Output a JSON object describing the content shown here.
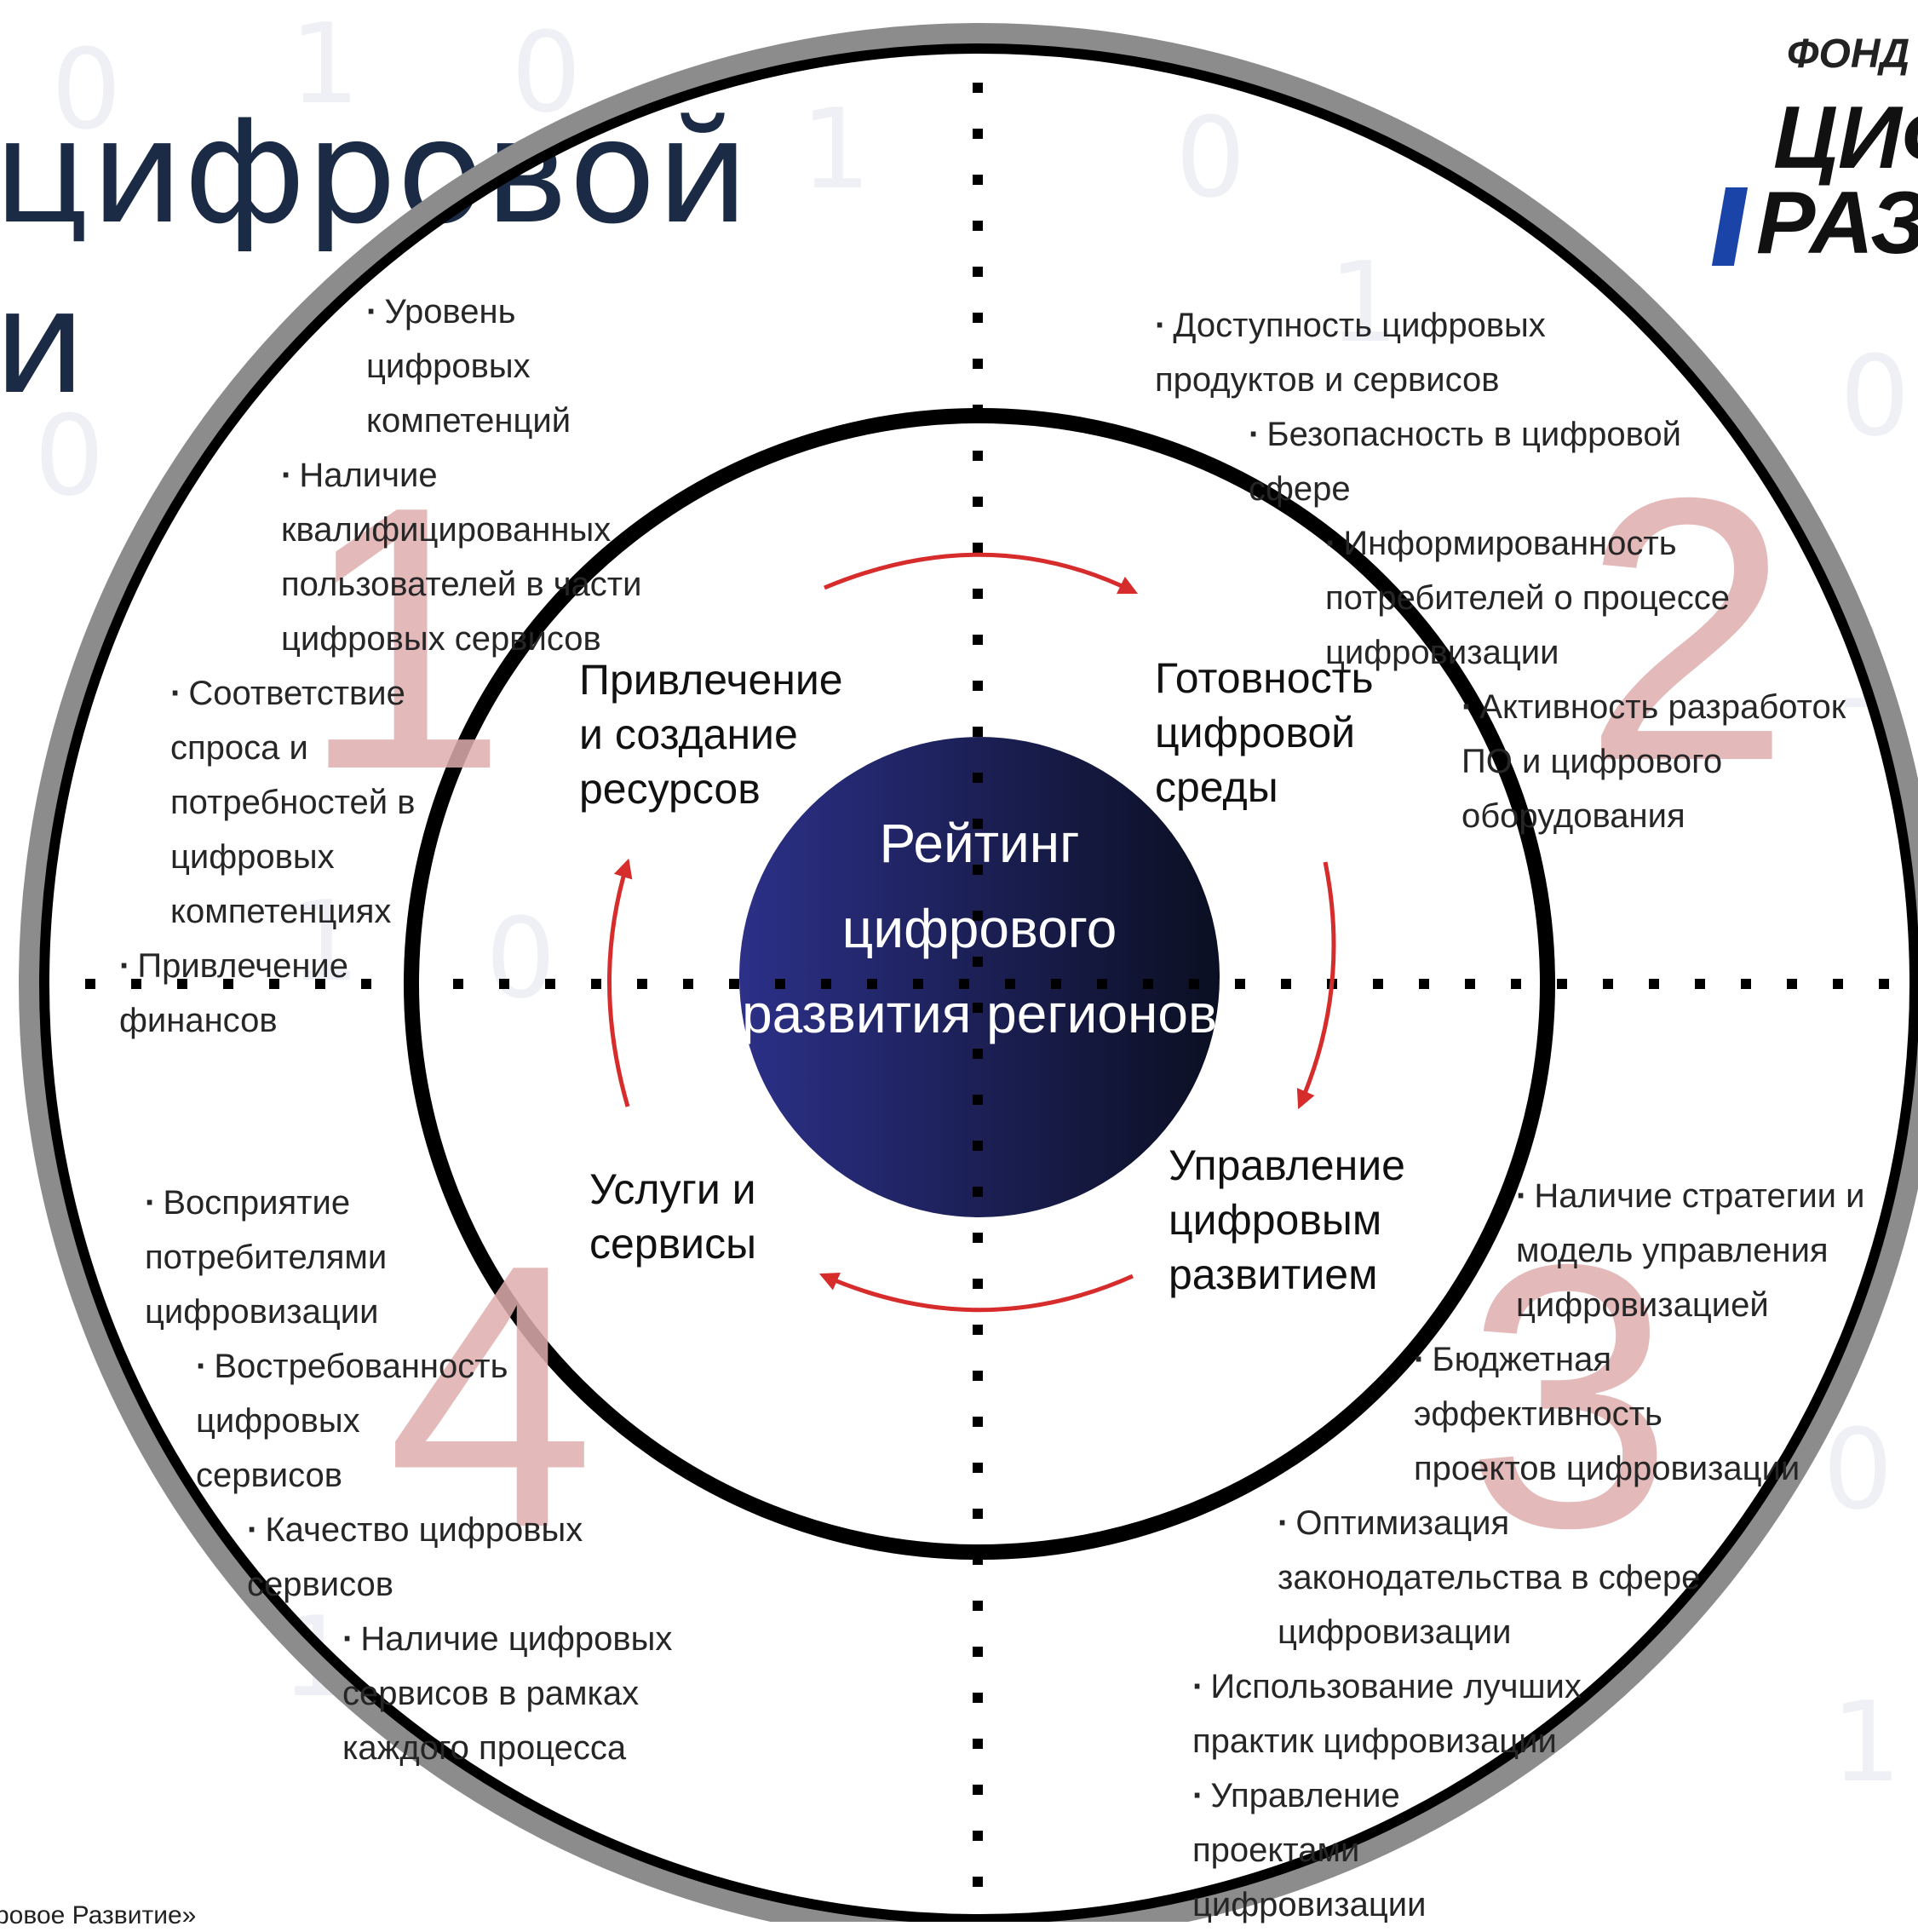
{
  "title": {
    "line1": "цифровой",
    "line2": "и"
  },
  "logo": {
    "small": "ФОНД",
    "big_line1": "ЦИФ",
    "big_line2": "РАЗВ"
  },
  "center": {
    "label": "Рейтинг цифрового развития регионов",
    "gradient_from": "#2c3088",
    "gradient_to": "#0b0f22"
  },
  "sectors": [
    {
      "number": "1",
      "title": "Привлечение и создание ресурсов",
      "items": [
        "Уровень цифровых компетенций",
        "Наличие квалифицированных пользователей в части цифровых сервисов",
        "Соответствие спроса и потребностей в цифровых компетенциях",
        "Привлечение финансов"
      ]
    },
    {
      "number": "2",
      "title": "Готовность цифровой среды",
      "items": [
        "Доступность цифровых продуктов и сервисов",
        "Безопасность в цифровой сфере",
        "Информированность потребителей о процессе цифровизации",
        "Активность разработок ПО и цифрового оборудования"
      ]
    },
    {
      "number": "3",
      "title": "Управление цифровым развитием",
      "items": [
        "Наличие стратегии и модель управления цифровизацией",
        "Бюджетная эффективность проектов цифровизации",
        "Оптимизация законодательства в сфере цифровизации",
        "Использование лучших практик цифровизации",
        "Управление проектами цифровизации"
      ]
    },
    {
      "number": "4",
      "title": "Услуги и сервисы",
      "items": [
        "Восприятие потребителями цифровизации",
        "Востребованность цифровых сервисов",
        "Качество цифровых сервисов",
        "Наличие цифровых сервисов в рамках каждого процесса"
      ]
    }
  ],
  "footer": "ровое Развитие»",
  "colors": {
    "arrow": "#d62c2c",
    "number": "#e0adad",
    "ring_outer": "#8a8a8a",
    "ring": "#000000",
    "logo_accent": "#1a44a8"
  }
}
